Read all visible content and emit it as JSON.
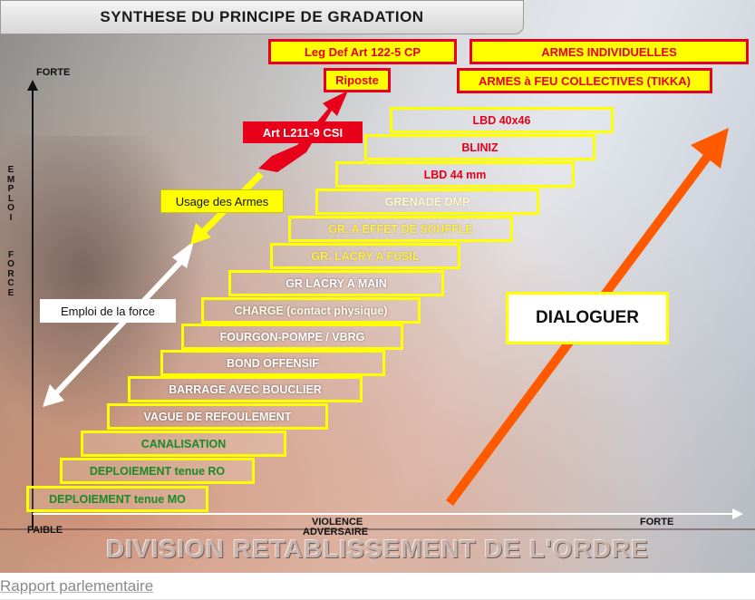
{
  "title": "SYNTHESE DU PRINCIPE DE GRADATION",
  "top_boxes": {
    "leg_def": "Leg Def Art 122-5 CP",
    "riposte": "Riposte",
    "armes_individuelles": "ARMES INDIVIDUELLES",
    "armes_collectives": "ARMES à FEU COLLECTIVES (TIKKA)"
  },
  "art_label": "Art L211-9 CSI",
  "usage_armes": "Usage des Armes",
  "emploi_force": "Emploi de la force",
  "dialoguer": "DIALOGUER",
  "axis": {
    "forte_top": "FORTE",
    "faible": "FAIBLE",
    "violence": "VIOLENCE",
    "adversaire": "ADVERSAIRE",
    "forte_right": "FORTE",
    "vertical_letters": [
      "E",
      "M",
      "P",
      "L",
      "O",
      "I",
      "",
      "F",
      "O",
      "R",
      "C",
      "E"
    ]
  },
  "steps": [
    "LBD 40x46",
    "BLINIZ",
    "LBD 44 mm",
    "GRENADE DMP",
    "GR. A EFFET DE SOUFFLE",
    "GR. LACRY A FUSIL",
    "GR LACRY A MAIN",
    "CHARGE (contact physique)",
    "FOURGON-POMPE / VBRG",
    "BOND OFFENSIF",
    "BARRAGE AVEC BOUCLIER",
    "VAGUE DE REFOULEMENT",
    "CANALISATION",
    "DEPLOIEMENT tenue RO",
    "DEPLOIEMENT tenue MO"
  ],
  "footer_title": "DIVISION RETABLISSEMENT DE L'ORDRE",
  "caption": "Rapport parlementaire",
  "colors": {
    "yellow": "#ffff00",
    "red": "#e8001a",
    "orange": "#ff5a00",
    "green": "#1a8a28"
  }
}
